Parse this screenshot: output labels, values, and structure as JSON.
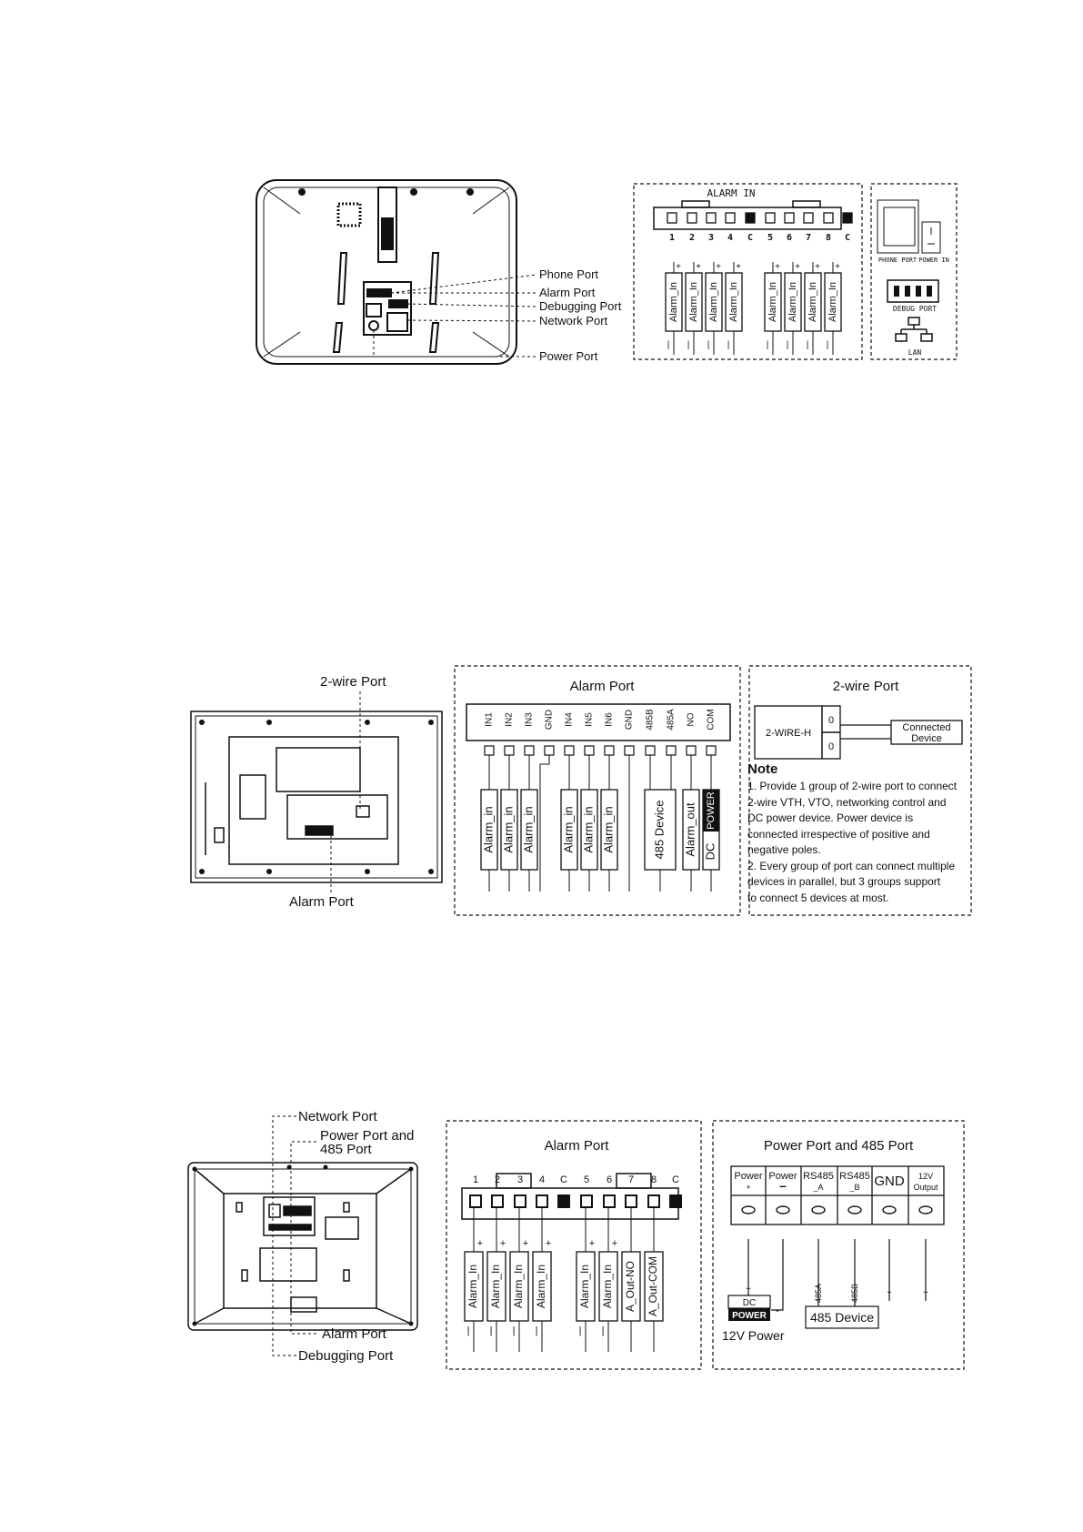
{
  "diagram1": {
    "callouts": [
      "Phone Port",
      "Alarm Port",
      "Debugging Port",
      "Network Port",
      "Power Port"
    ],
    "alarm_in_title": "ALARM IN",
    "alarm_in_pins": [
      "1",
      "2",
      "3",
      "4",
      "C",
      "5",
      "6",
      "7",
      "8",
      "C"
    ],
    "alarm_in_terminals": [
      "Alarm_In",
      "Alarm_In",
      "Alarm_In",
      "Alarm_In",
      "Alarm_In",
      "Alarm_In",
      "Alarm_In",
      "Alarm_In"
    ],
    "phone_port_label": "PHONE PORT",
    "power_in_label": "POWER IN",
    "debug_port_label": "DEBUG PORT",
    "lan_label": "LAN"
  },
  "diagram2": {
    "twowire_callout": "2-wire Port",
    "alarm_callout": "Alarm Port",
    "alarm_title": "Alarm Port",
    "pins": [
      "IN1",
      "IN2",
      "IN3",
      "GND",
      "IN4",
      "IN5",
      "IN6",
      "GND",
      "485B",
      "485A",
      "NO",
      "COM"
    ],
    "terminals": [
      "Alarm_in",
      "Alarm_in",
      "Alarm_in",
      "Alarm_in",
      "Alarm_in",
      "Alarm_in",
      "485 Device",
      "Alarm_out"
    ],
    "dc_label": "DC",
    "power_label": "POWER",
    "twowire_title": "2-wire Port",
    "twowire_h": "2-WIRE-H",
    "zero_a": "0",
    "zero_b": "0",
    "connected_device": [
      "Connected",
      "Device"
    ],
    "note_title": "Note",
    "note_lines": [
      "1. Provide 1 group of 2-wire port to connect",
      "2-wire VTH, VTO, networking control and",
      "DC power device. Power device is",
      "connected irrespective of positive and",
      "negative poles.",
      "2. Every group of port can connect multiple",
      "devices in parallel, but 3 groups support",
      "to connect 5 devices at most."
    ]
  },
  "diagram3": {
    "callouts": [
      "Network Port",
      "Power Port and",
      "485 Port",
      "Alarm Port",
      "Debugging Port"
    ],
    "alarm_title": "Alarm Port",
    "pins": [
      "1",
      "2",
      "3",
      "4",
      "C",
      "5",
      "6",
      "7",
      "8",
      "C"
    ],
    "terminals": [
      "Alarm_In",
      "Alarm_In",
      "Alarm_In",
      "Alarm_In",
      "Alarm_In",
      "Alarm_In",
      "A_Out-NO",
      "A_Out-COM"
    ],
    "power_title": "Power Port and 485 Port",
    "power_cols": [
      [
        "Power",
        "+"
      ],
      [
        "Power",
        "–"
      ],
      [
        "RS485",
        "_A"
      ],
      [
        "RS485",
        "_B"
      ],
      [
        "GND",
        ""
      ],
      [
        "12V",
        "Output"
      ]
    ],
    "dc_label": "DC",
    "power_label": "POWER",
    "power_note": "12V Power",
    "rs485_device": "485 Device",
    "a485": "485A",
    "b485": "485B"
  }
}
